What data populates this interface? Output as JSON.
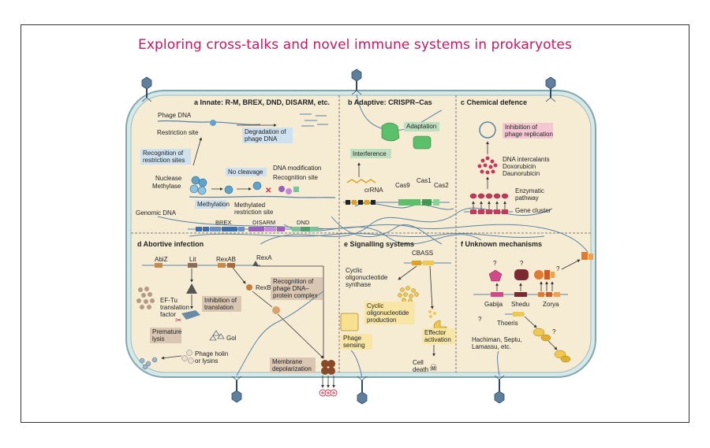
{
  "title": "Exploring cross-talks and novel immune systems in prokaryotes",
  "panels": {
    "a": {
      "header": "a  Innate: R-M, BREX, DND, DISARM, etc.",
      "phage_dna": "Phage DNA",
      "restriction_site": "Restriction site",
      "degradation_line1": "Degradation of",
      "degradation_line2": "phage DNA",
      "recognition_line1": "Recognition of",
      "recognition_line2": "restriction sites",
      "no_cleavage": "No cleavage",
      "dna_mod": "DNA modification",
      "recog_site": "Recognition site",
      "nuclease": "Nuclease",
      "methylase": "Methylase",
      "methylation": "Methylation",
      "methylated_line1": "Methylated",
      "methylated_line2": "restriction site",
      "genomic_dna": "Genomic DNA",
      "brex": "BREX",
      "disarm": "DISARM",
      "dnd": "DND"
    },
    "b": {
      "header": "b  Adaptive: CRISPR–Cas",
      "adaptation": "Adaptation",
      "interference": "Interference",
      "crrna": "crRNA",
      "cas9": "Cas9",
      "cas1": "Cas1",
      "cas2": "Cas2"
    },
    "c": {
      "header": "c  Chemical defence",
      "inhibition_line1": "Inhibition of",
      "inhibition_line2": "phage replication",
      "dna_intercalants": "DNA intercalants",
      "doxorubicin": "Doxorubicin",
      "daunorubicin": "Daunorubicin",
      "enzymatic_line1": "Enzymatic",
      "enzymatic_line2": "pathway",
      "gene_cluster": "Gene cluster"
    },
    "d": {
      "header": "d  Abortive infection",
      "abiz": "AbiZ",
      "lit": "Lit",
      "rexab": "RexAB",
      "rexa": "RexA",
      "rexb": "RexB",
      "eftu_line1": "EF-Tu",
      "eftu_line2": "translation",
      "eftu_line3": "factor",
      "inhibition_line1": "Inhibition of",
      "inhibition_line2": "translation",
      "recog_line1": "Recognition of",
      "recog_line2": "phage DNA–",
      "recog_line3": "protein complex",
      "premature_line1": "Premature",
      "premature_line2": "lysis",
      "gol": "Gol",
      "holin_line1": "Phage holin",
      "holin_line2": "or lysins",
      "membrane_line1": "Membrane",
      "membrane_line2": "depolarization"
    },
    "e": {
      "header": "e  Signalling systems",
      "cbass": "CBASS",
      "cyclic_line1": "Cyclic",
      "cyclic_line2": "oligonucleotide",
      "cyclic_line3": "synthase",
      "prod_line1": "Cyclic",
      "prod_line2": "oligonucleotide",
      "prod_line3": "production",
      "phage_line1": "Phage",
      "phage_line2": "sensing",
      "effector_line1": "Effector",
      "effector_line2": "activation",
      "cell_line1": "Cell",
      "cell_line2": "death"
    },
    "f": {
      "header": "f  Unknown mechanisms",
      "gabija": "Gabija",
      "shedu": "Shedu",
      "zorya": "Zorya",
      "thoeris": "Thoeris",
      "others_line1": "Hachiman, Septu,",
      "others_line2": "Lamassu, etc.",
      "q": "?"
    }
  },
  "colors": {
    "title": "#c8175d",
    "cell_fill": "#f6ecd4",
    "membrane": "#7fa8ad",
    "blue_box": "#cfe1ee",
    "green_box": "#bfe0c0",
    "pink_box": "#f3c8d2",
    "tan_box": "#d9c6b3",
    "yellow_box": "#f7e6a5"
  }
}
